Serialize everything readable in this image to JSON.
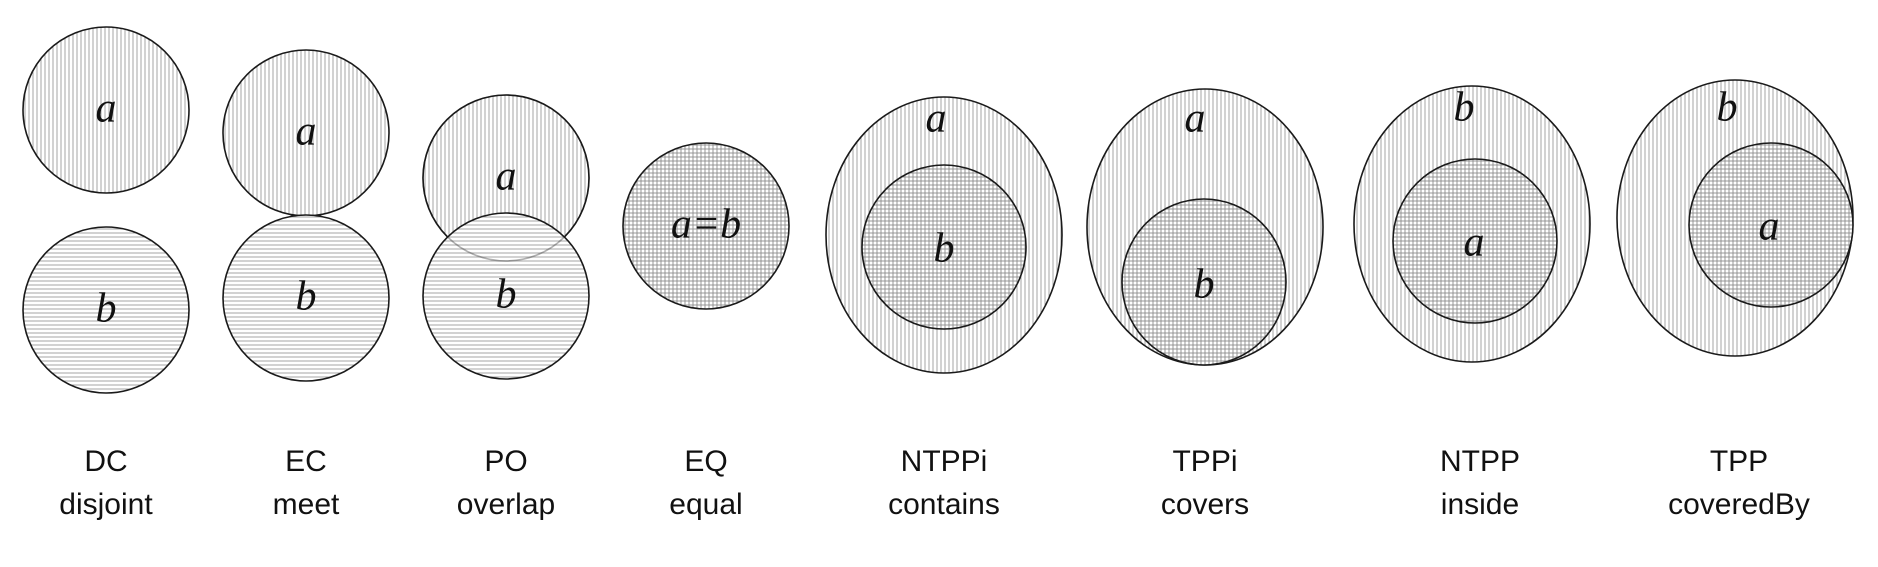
{
  "relations": [
    {
      "code": "DC",
      "name": "disjoint",
      "labels": [
        "a",
        "b"
      ]
    },
    {
      "code": "EC",
      "name": "meet",
      "labels": [
        "a",
        "b"
      ]
    },
    {
      "code": "PO",
      "name": "overlap",
      "labels": [
        "a",
        "b"
      ]
    },
    {
      "code": "EQ",
      "name": "equal",
      "labels": [
        "a=b"
      ]
    },
    {
      "code": "NTPPi",
      "name": "contains",
      "labels": [
        "a",
        "b"
      ]
    },
    {
      "code": "TPPi",
      "name": "covers",
      "labels": [
        "a",
        "b"
      ]
    },
    {
      "code": "NTPP",
      "name": "inside",
      "labels": [
        "b",
        "a"
      ]
    },
    {
      "code": "TPP",
      "name": "coveredBy",
      "labels": [
        "b",
        "a"
      ]
    }
  ]
}
